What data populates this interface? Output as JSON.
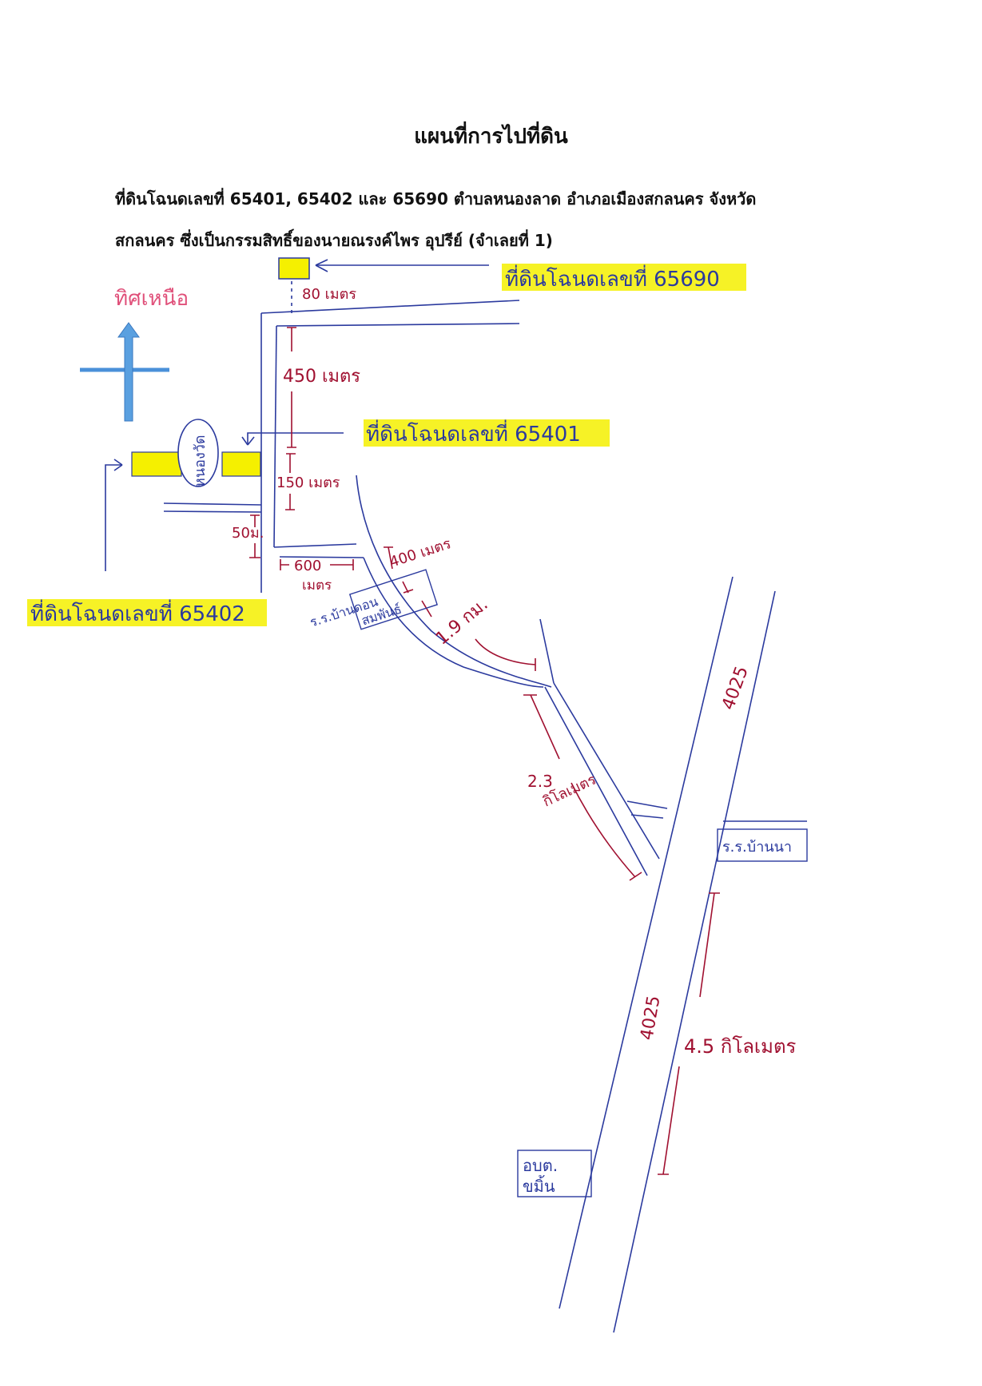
{
  "header": {
    "title": "แผนที่การไปที่ดิน",
    "line1": "ที่ดินโฉนดเลขที่ 65401, 65402 และ 65690  ตำบลหนองลาด อำเภอเมืองสกลนคร จังหวัด",
    "line2": "สกลนคร  ซึ่งเป็นกรรมสิทธิ์ของนายณรงค์ไพร  อุปรีย์   (จำเลยที่ 1)"
  },
  "compass": {
    "label": "ทิศเหนือ",
    "arrow_color": "#4a90d9"
  },
  "parcels": {
    "p65690": "ที่ดินโฉนดเลขที่ 65690",
    "p65401": "ที่ดินโฉนดเลขที่ 65401",
    "p65402": "ที่ดินโฉนดเลขที่ 65402"
  },
  "places": {
    "pond": "หนองวัด",
    "school1_line1": "ร.ร.บ้านดอน",
    "school1_line2": "สมพันธ์",
    "school2": "ร.ร.บ้านนา",
    "office_line1": "อบต.",
    "office_line2": "ขมิ้น"
  },
  "roads": {
    "route_top": "4025",
    "route_bottom": "4025"
  },
  "distances": {
    "d80": "80 เมตร",
    "d450": "450 เมตร",
    "d150": "150 เมตร",
    "d50": "50ม.",
    "d600_a": "600",
    "d600_b": "เมตร",
    "d400": "400 เมตร",
    "d19": "1.9 กม.",
    "d23_a": "2.3",
    "d23_b": "กิโลเมตร",
    "d45": "4.5 กิโลเมตร"
  },
  "colors": {
    "road": "#2b3a9e",
    "measure": "#a01030",
    "highlight": "#f5f000",
    "compass_text": "#e0507a",
    "compass_arrow": "#4a90d9"
  }
}
